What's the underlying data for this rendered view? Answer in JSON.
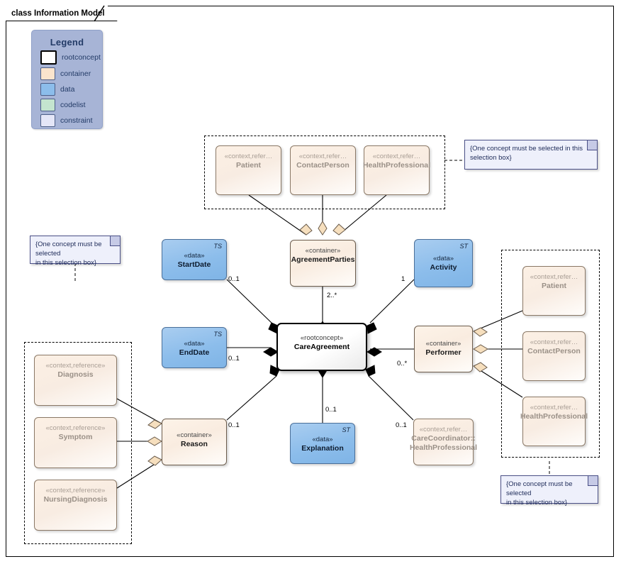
{
  "diagram": {
    "frame_label": "class Information Model"
  },
  "legend": {
    "title": "Legend",
    "items": [
      {
        "label": "rootconcept",
        "color": "#ffffff",
        "kind": "root"
      },
      {
        "label": "container",
        "color": "#fae4cd",
        "kind": "container"
      },
      {
        "label": "data",
        "color": "#8cbdeb",
        "kind": "data"
      },
      {
        "label": "codelist",
        "color": "#c4e5cf",
        "kind": "codelist"
      },
      {
        "label": "constraint",
        "color": "#e4e6f7",
        "kind": "constraint"
      }
    ]
  },
  "nodes": {
    "care_agreement": {
      "stereotype": "«rootconcept»",
      "name": "CareAgreement",
      "type_mark": ""
    },
    "agreement_parties": {
      "stereotype": "«container»",
      "name": "AgreementParties",
      "type_mark": ""
    },
    "start_date": {
      "stereotype": "«data»",
      "name": "StartDate",
      "type_mark": "TS"
    },
    "end_date": {
      "stereotype": "«data»",
      "name": "EndDate",
      "type_mark": "TS"
    },
    "activity": {
      "stereotype": "«data»",
      "name": "Activity",
      "type_mark": "ST"
    },
    "explanation": {
      "stereotype": "«data»",
      "name": "Explanation",
      "type_mark": "ST"
    },
    "performer": {
      "stereotype": "«container»",
      "name": "Performer",
      "type_mark": ""
    },
    "reason": {
      "stereotype": "«container»",
      "name": "Reason",
      "type_mark": ""
    },
    "care_coordinator": {
      "stereotype": "«context,refer…",
      "name": "CareCoordinator::",
      "name2": "HealthProfessional",
      "type_mark": ""
    },
    "top_patient": {
      "stereotype": "«context,refer…",
      "name": "Patient",
      "type_mark": ""
    },
    "top_contact_person": {
      "stereotype": "«context,refer…",
      "name": "ContactPerson",
      "type_mark": ""
    },
    "top_health_professional": {
      "stereotype": "«context,refer…",
      "name": "HealthProfessional",
      "type_mark": ""
    },
    "right_patient": {
      "stereotype": "«context,refer…",
      "name": "Patient",
      "type_mark": ""
    },
    "right_contact_person": {
      "stereotype": "«context,refer…",
      "name": "ContactPerson",
      "type_mark": ""
    },
    "right_health_professional": {
      "stereotype": "«context,refer…",
      "name": "HealthProfessional",
      "type_mark": ""
    },
    "diagnosis": {
      "stereotype": "«context,reference»",
      "name": "Diagnosis",
      "type_mark": ""
    },
    "symptom": {
      "stereotype": "«context,reference»",
      "name": "Symptom",
      "type_mark": ""
    },
    "nursing_diagnosis": {
      "stereotype": "«context,reference»",
      "name": "NursingDiagnosis",
      "type_mark": ""
    }
  },
  "notes": {
    "top": {
      "line1": "{One concept must be selected in this",
      "line2": "selection box}"
    },
    "left": {
      "line1": "{One concept must be selected",
      "line2": "in this selection box}"
    },
    "bottom_right": {
      "line1": "{One concept must be selected",
      "line2": "in this selection box}"
    }
  },
  "multiplicities": {
    "parties_to_agreement": "2..*",
    "start_date": "0..1",
    "end_date": "0..1",
    "activity": "1",
    "performer": "0..*",
    "explanation": "0..1",
    "reason": "0..1",
    "care_coordinator": "0..1"
  },
  "colors": {
    "container_fill": "#fae4cd",
    "data_fill": "#8cbdeb",
    "codelist_fill": "#c4e5cf",
    "constraint_fill": "#e4e6f7",
    "legend_bg": "#a7b4d6",
    "note_bg": "#eef0fb",
    "line": "#000000"
  }
}
